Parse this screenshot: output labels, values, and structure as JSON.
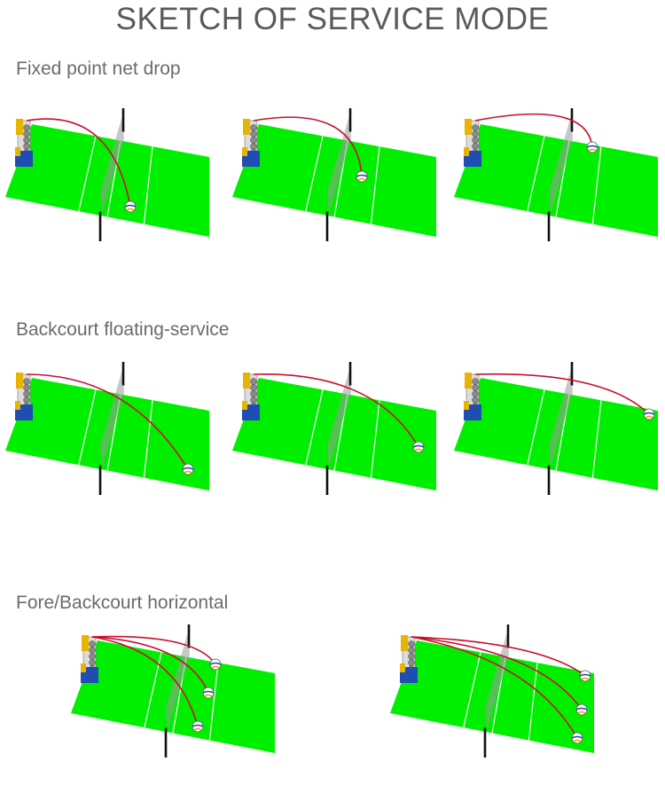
{
  "title": "SKETCH OF SERVICE MODE",
  "sections": [
    {
      "label": "Fixed point net drop"
    },
    {
      "label": "Backcourt floating-service"
    },
    {
      "label": "Fore/Backcourt horizontal"
    }
  ],
  "colors": {
    "court": "#00ef00",
    "trajectory": "#c8102e",
    "post": "#111111",
    "net": "#9a9a9a",
    "court_line": "#ffffff",
    "machine_blue": "#1f4db3",
    "machine_yellow": "#e8b400",
    "text": "#6b6b6b"
  },
  "icons": {
    "machine": "serving-machine-icon",
    "ball": "volleyball-icon"
  }
}
